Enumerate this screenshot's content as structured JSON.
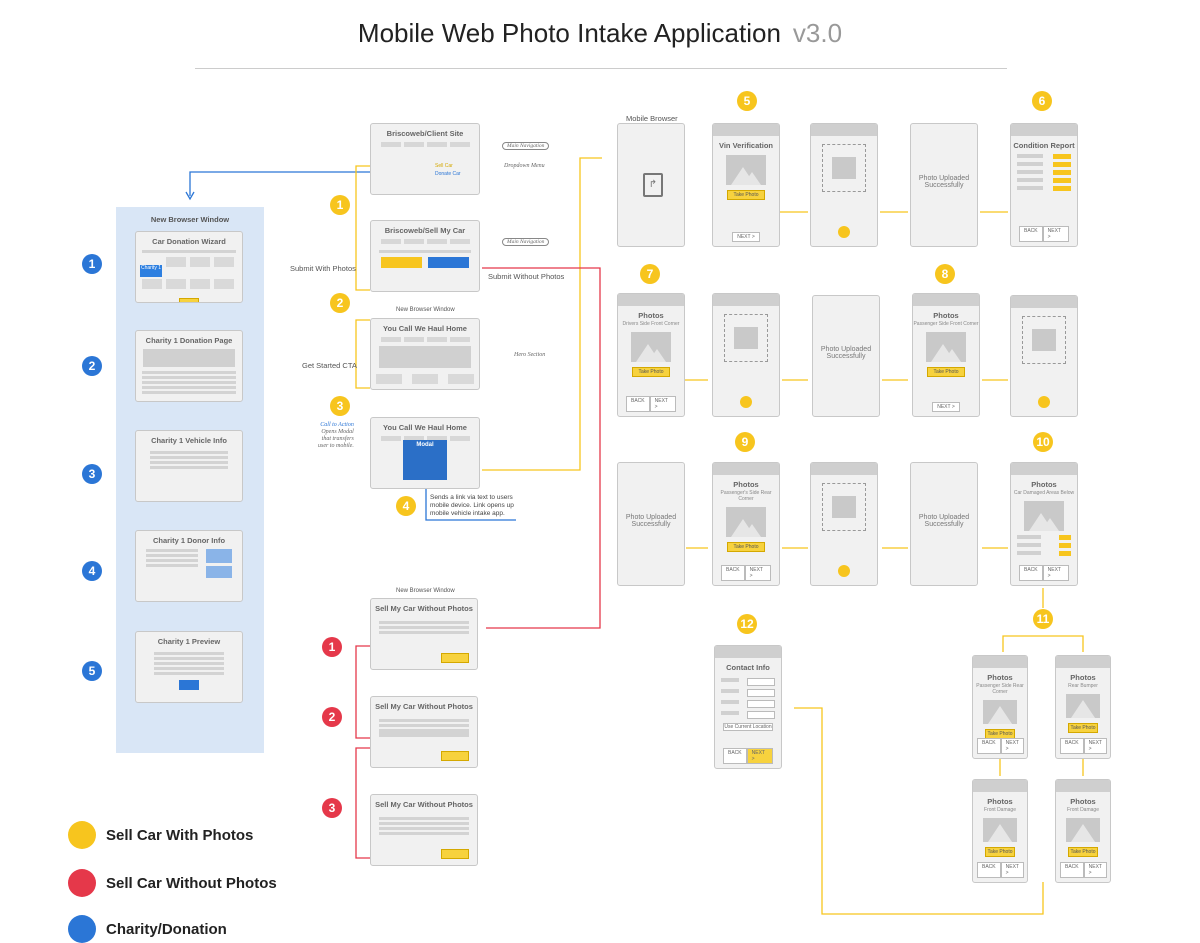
{
  "title": "Mobile Web Photo Intake Application",
  "version": "v3.0",
  "colors": {
    "with_photos": "#f7c51e",
    "without_photos": "#e5384a",
    "charity": "#2b76d6",
    "panel": "#d9e6f6"
  },
  "legend": [
    {
      "label": "Sell Car With Photos",
      "color": "#f7c51e"
    },
    {
      "label": "Sell Car Without Photos",
      "color": "#e5384a"
    },
    {
      "label": "Charity/Donation",
      "color": "#2b76d6"
    }
  ],
  "charity": {
    "window_label": "New Browser Window",
    "steps": [
      "1",
      "2",
      "3",
      "4",
      "5"
    ],
    "screens": [
      "Car Donation Wizard",
      "Charity 1 Donation Page",
      "Charity 1 Vehicle Info",
      "Charity 1 Donor Info",
      "Charity 1 Preview"
    ],
    "tile_label": "Charity 1"
  },
  "center": {
    "client_site": "Briscoweb/Client Site",
    "sell_my_car": "Briscoweb/Sell My Car",
    "haul_home": "You Call We Haul Home",
    "modal_title": "Modal",
    "new_window_1": "New Browser Window",
    "new_window_2": "New Browser Window",
    "steps": [
      "1",
      "2",
      "3",
      "4"
    ],
    "labels": {
      "submit_with": "Submit With Photos",
      "submit_without": "Submit Without Photos",
      "get_started": "Get Started CTA",
      "sell_car_link": "Sell Car",
      "donate_car_link": "Donate Car"
    },
    "annotations": {
      "main_nav_1": "Main Navigation",
      "main_nav_2": "Main Navigation",
      "dropdown": "Dropdown Menu",
      "hero": "Hero Section",
      "cta_1": "Call to Action",
      "cta_2": "Opens Modal",
      "cta_3": "that transfers",
      "cta_4": "user to mobile."
    },
    "send_link": [
      "Sends a link via text to users",
      "mobile device. Link opens up",
      "mobile vehicle intake app."
    ]
  },
  "without": {
    "window_label": "New Browser Window",
    "screen_title": "Sell My Car Without Photos",
    "steps": [
      "1",
      "2",
      "3"
    ]
  },
  "mobile": {
    "browser_label": "Mobile Browser",
    "steps": [
      "5",
      "6",
      "7",
      "8",
      "9",
      "10",
      "11",
      "12"
    ],
    "vin": "Vin Verification",
    "condition": "Condition Report",
    "photos": "Photos",
    "uploaded": "Photo Uploaded Successfully",
    "contact": "Contact Info",
    "use_location": "Use Current Location",
    "take_photo": "Take Photo",
    "back": "BACK",
    "next": "NEXT >",
    "sub_7": "Drivers Side Front Corner",
    "sub_8": "Passenger Side Front Corner",
    "sub_9": "Passenger's Side Rear Corner",
    "sub_10": "Car Damaged Areas Below",
    "sub_11a": "Passenger Side Rear Corner",
    "sub_11b": "Rear Bumper",
    "sub_11c": "Front Damage",
    "sub_11d": "Front Damage"
  }
}
